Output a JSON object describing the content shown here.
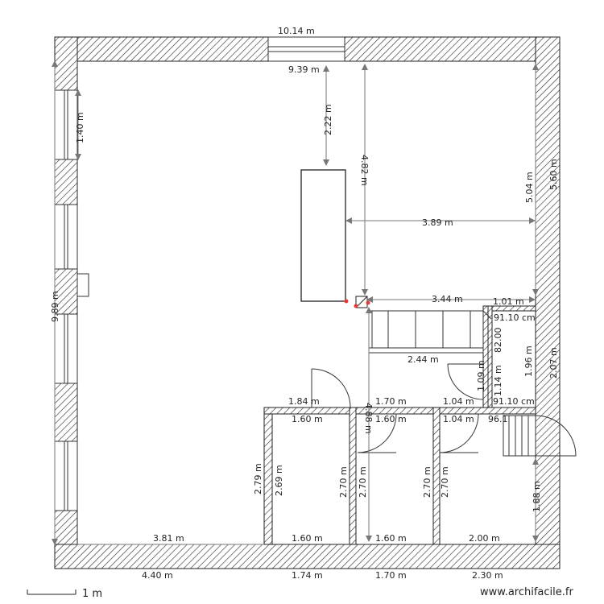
{
  "labels": {
    "top_outer": "10.14 m",
    "top_inner": "9.39 m",
    "left_window": "1.40 m",
    "left_total": "9.89 m",
    "island_top": "2.22 m",
    "diag_long": "4.82 m",
    "right_outer": "5.60 m",
    "right_inner": "5.04 m",
    "island_right": "3.89 m",
    "stair_top": "3.44 m",
    "stair_right": "1.01 m",
    "small_top": "91.10 cm",
    "small_82": "82.00",
    "stair_bottom": "2.44 m",
    "small_196": "1.96 m",
    "right_207": "2.07 m",
    "small_109": "1.09 m",
    "small_114": "1.14 m",
    "room1_outer": "1.84 m",
    "room1_inner": "1.60 m",
    "room2_outer": "1.70 m",
    "room2_inner": "1.60 m",
    "room3_outer": "1.04 m",
    "room3_inner": "1.04 m",
    "small_bottom": "91.10 cm",
    "small_96": "96.1",
    "diag_488": "4.88 m",
    "r1_h_outer": "2.79 m",
    "r1_h_inner": "2.69 m",
    "r2_h_left": "2.70 m",
    "r2_h_right": "2.70 m",
    "r3_h_left": "2.70 m",
    "r3_h_right": "2.70 m",
    "right_188": "1.88 m",
    "bottom_381": "3.81 m",
    "bottom_r1": "1.60 m",
    "bottom_r2": "1.60 m",
    "bottom_r3": "2.00 m",
    "out_440": "4.40 m",
    "out_174": "1.74 m",
    "out_170": "1.70 m",
    "out_230": "2.30 m",
    "scale": "1 m",
    "watermark": "www.archifacile.fr"
  },
  "colors": {
    "wall_stroke": "#222222",
    "marker": "#e53935"
  }
}
